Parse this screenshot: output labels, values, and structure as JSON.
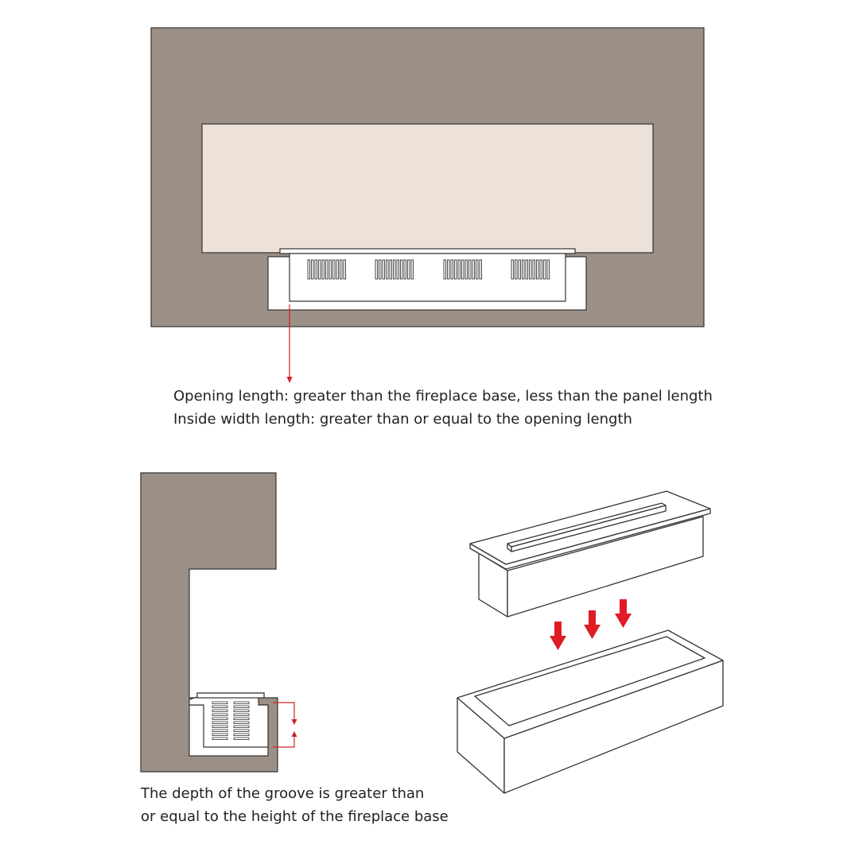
{
  "captions": {
    "opening": {
      "line1": "Opening length: greater than the fireplace base, less than the panel length",
      "line2": "Inside width length: greater than or equal to the opening length"
    },
    "groove": {
      "line1": "The depth of the groove is greater than",
      "line2": "or equal to the height of the fireplace base"
    }
  },
  "colors": {
    "wall": "#9c8f86",
    "recess": "#ede2da",
    "outline": "#333333",
    "annotation_red": "#d4212a",
    "arrow_red": "#e01b24",
    "white": "#ffffff"
  },
  "icons": [
    "down-arrow-icon"
  ]
}
